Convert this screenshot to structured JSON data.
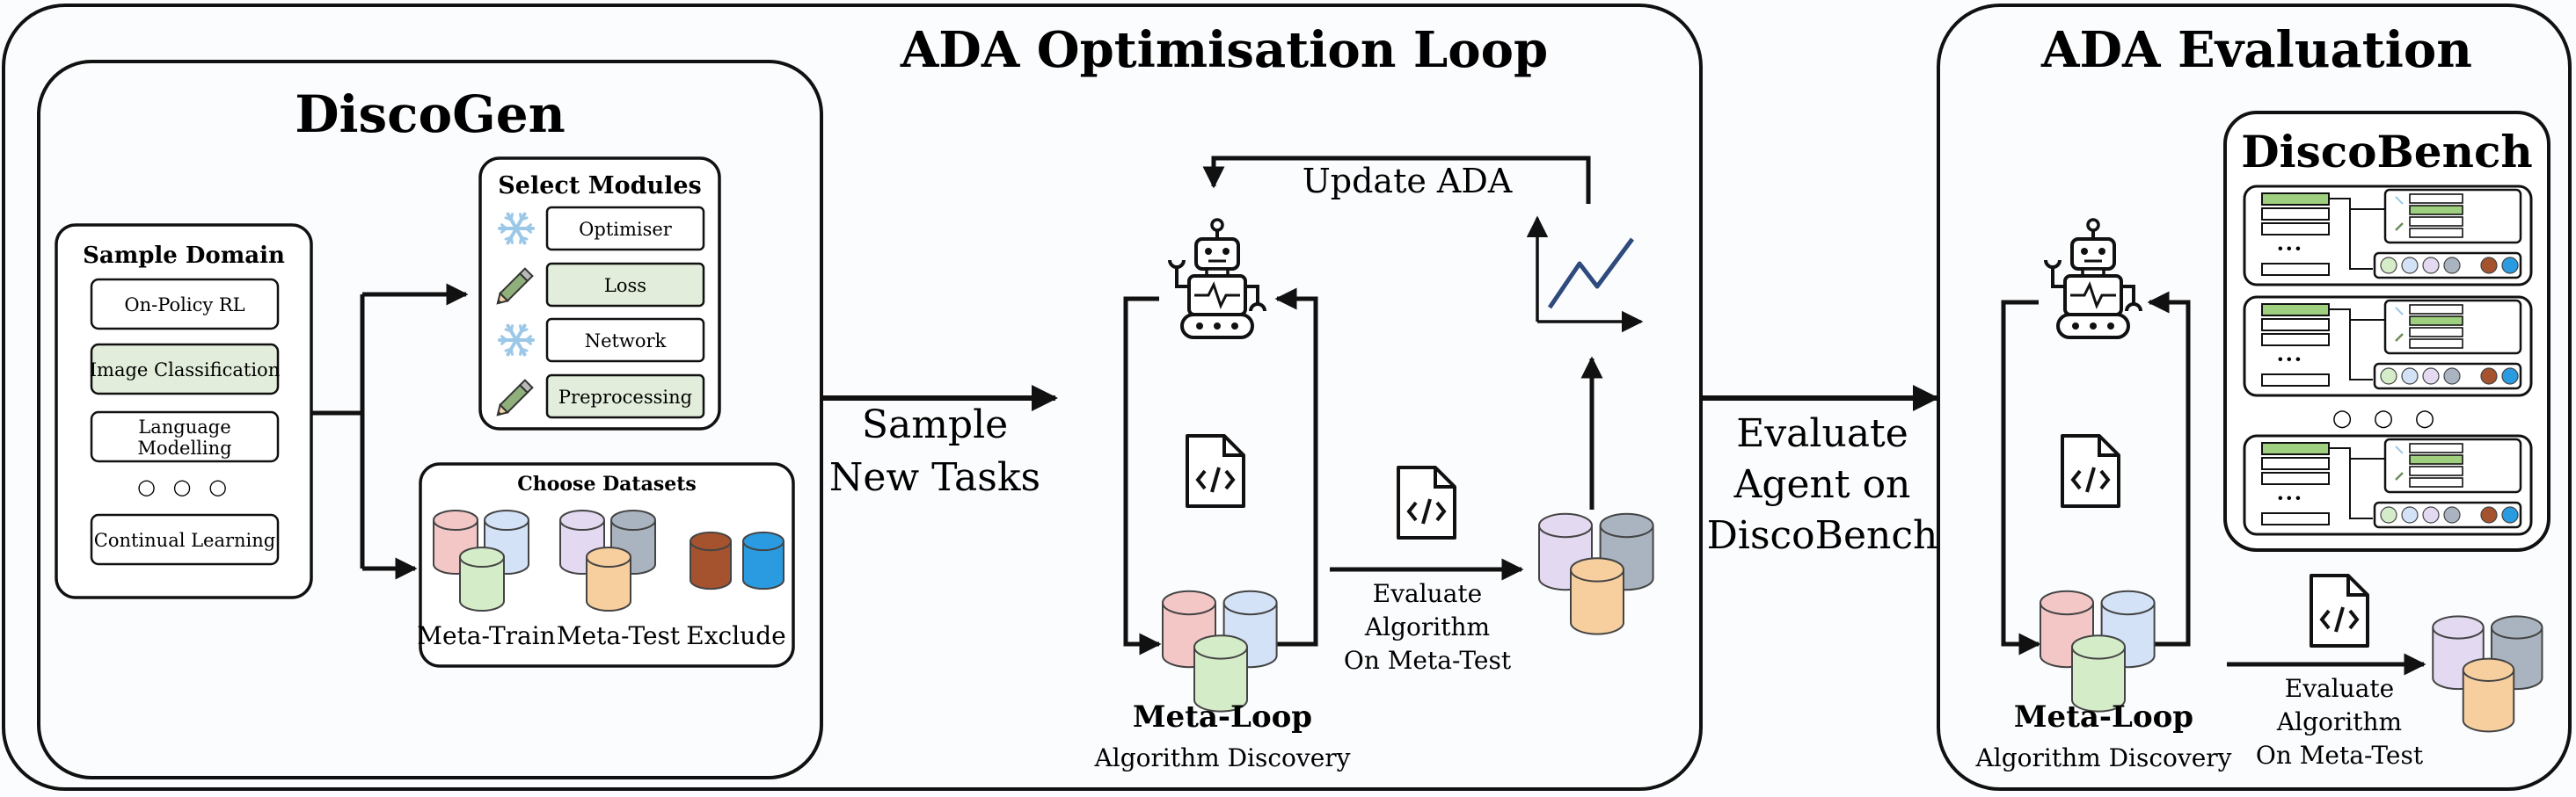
{
  "panels": {
    "loop_title": "ADA Optimisation Loop",
    "eval_title": "ADA Evaluation"
  },
  "discogen": {
    "title": "DiscoGen",
    "sample_domain": {
      "title": "Sample Domain",
      "items": [
        "On-Policy RL",
        "Image Classification",
        "Language\nModelling",
        "Continual Learning"
      ],
      "ellipsis": "○ ○ ○"
    },
    "select_modules": {
      "title": "Select Modules",
      "items": [
        {
          "label": "Optimiser",
          "icon": "snowflake-icon"
        },
        {
          "label": "Loss",
          "icon": "pencil-icon"
        },
        {
          "label": "Network",
          "icon": "snowflake-icon"
        },
        {
          "label": "Preprocessing",
          "icon": "pencil-icon"
        }
      ]
    },
    "choose_datasets": {
      "title": "Choose Datasets",
      "groups": [
        "Meta-Train",
        "Meta-Test",
        "Exclude"
      ]
    }
  },
  "loop": {
    "sample_tasks": "Sample\nNew Tasks",
    "update": "Update ADA",
    "evaluate": "Evaluate\nAlgorithm\nOn Meta-Test",
    "meta_loop_title": "Meta-Loop",
    "meta_loop_sub": "Algorithm Discovery"
  },
  "transition": {
    "label": "Evaluate\nAgent on\nDiscoBench"
  },
  "evaluation": {
    "discobench_title": "DiscoBench",
    "ellipsis": "○ ○ ○",
    "evaluate": "Evaluate\nAlgorithm\nOn Meta-Test",
    "meta_loop_title": "Meta-Loop",
    "meta_loop_sub": "Algorithm Discovery"
  },
  "colors": {
    "highlight_green": "#e2eedb",
    "bar_green": "#9ed07f",
    "red": "#f4c7c7",
    "blue": "#d3e2f6",
    "green": "#d5ecc9",
    "purple": "#e3d9f0",
    "slate": "#aab4c0",
    "orange": "#f7cf9f",
    "brown": "#a5532f",
    "cyan": "#2a9be0",
    "snow": "#9cc8e8"
  }
}
